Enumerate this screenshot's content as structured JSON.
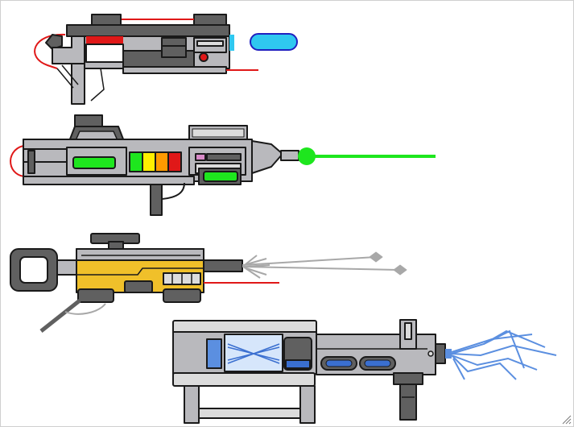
{
  "palette": {
    "outline": "#1a1a1a",
    "body_gray": "#b9b9bd",
    "dark_gray": "#606060",
    "light_gray": "#dcdcdc",
    "red": "#e01818",
    "cyan": "#2fc8f0",
    "blue_outline": "#2020c0",
    "green": "#1ee61e",
    "yellow": "#ffef00",
    "orange": "#ff9a00",
    "gold": "#f0c02a",
    "pink": "#d88ac8",
    "steel_blue": "#5b8fe0",
    "pale_blue": "#d6e6fb",
    "mid_blue": "#3a6fd0",
    "smoke": "#a8a8a8"
  },
  "weapons": [
    {
      "id": "blaster-pistol",
      "projectile": "cyan-bolt"
    },
    {
      "id": "laser-rifle",
      "projectile": "green-beam",
      "charge_segments": [
        "green",
        "yellow",
        "orange",
        "red"
      ]
    },
    {
      "id": "harpoon-gun",
      "projectile": "twin-darts"
    },
    {
      "id": "electro-cannon",
      "projectile": "lightning-spray"
    }
  ],
  "resize_grip_icon": "resize-grip-icon"
}
